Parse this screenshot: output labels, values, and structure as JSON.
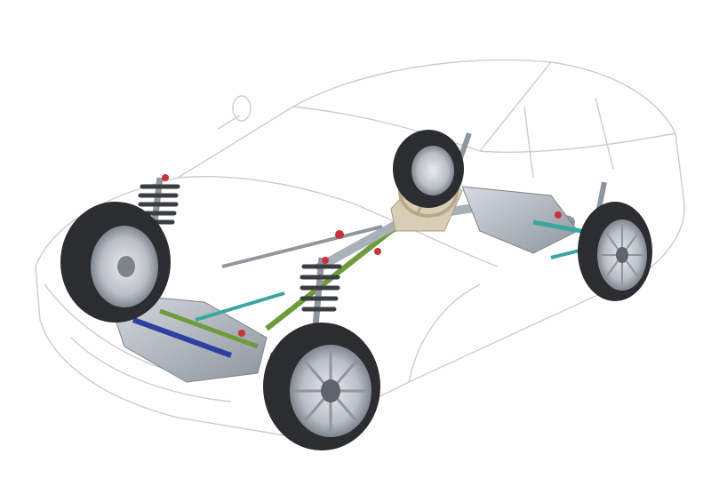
{
  "image": {
    "subject": "phantom-view-car-chassis",
    "colors": {
      "background": "#ffffff",
      "body_outline": "#c9ccd1",
      "tire": "#2b2d30",
      "rim": "#b9bec5",
      "metal": "#a9b0b8",
      "spring": "#3a3d41",
      "accent_teal": "#3aa6a0",
      "accent_red": "#c8323a",
      "accent_blue": "#2d3fa0",
      "accent_green": "#6f9b3c",
      "seat_beige": "#d8cdb5"
    },
    "icons": [
      "wheel",
      "coil-spring",
      "steering-wheel",
      "drive-shaft",
      "subframe"
    ]
  }
}
